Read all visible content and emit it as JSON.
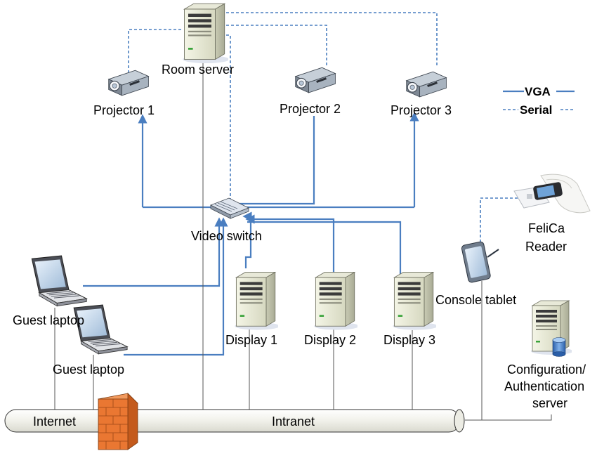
{
  "labels": {
    "room_server": "Room server",
    "projector_1": "Projector 1",
    "projector_2": "Projector 2",
    "projector_3": "Projector 3",
    "video_switch": "Video switch",
    "guest_laptop_1": "Guest laptop",
    "guest_laptop_2": "Guest laptop",
    "display_1": "Display 1",
    "display_2": "Display 2",
    "display_3": "Display 3",
    "console_tablet": "Console tablet",
    "felica_reader_line1": "FeliCa",
    "felica_reader_line2": "Reader",
    "config_server_line1": "Configuration/",
    "config_server_line2": "Authentication",
    "config_server_line3": "server",
    "internet": "Internet",
    "intranet": "Intranet"
  },
  "legend": {
    "vga": "VGA",
    "serial": "Serial"
  },
  "colors": {
    "vga_line": "#4a7ec0",
    "serial_line": "#4a7ec0",
    "firewall": "#e8702a",
    "bus": "#f2f2ec"
  },
  "icons": {
    "server": "server-tower-icon",
    "projector": "projector-icon",
    "switch": "video-switch-icon",
    "laptop": "laptop-icon",
    "tablet": "tablet-icon",
    "reader": "felica-reader-icon",
    "firewall": "firewall-icon"
  }
}
